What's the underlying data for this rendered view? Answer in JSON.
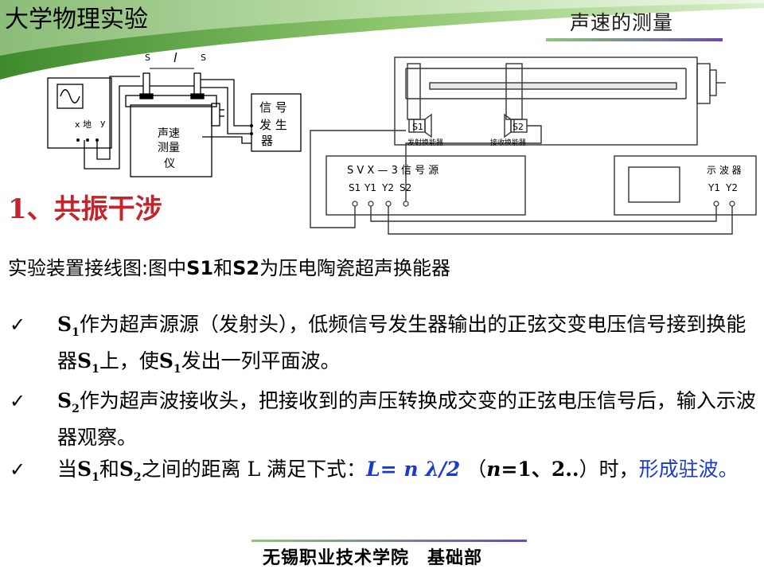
{
  "header": {
    "course_title": "大学物理实验",
    "topic_title": "声速的测量"
  },
  "left_diagram": {
    "label_s_left": "S",
    "label_l": "l",
    "label_s_right": "S",
    "scope_x": "x",
    "scope_ground": "地",
    "scope_y": "y",
    "instrument_line1": "声速",
    "instrument_line2": "测量",
    "instrument_line3": "仪",
    "signal_gen_line1": "信 号",
    "signal_gen_line2": "发 生",
    "signal_gen_line3": "器"
  },
  "right_diagram": {
    "s1_label": "S1",
    "s2_label": "S2",
    "s1_caption": "发射换能器",
    "s2_caption": "接收换能器",
    "source_title": "S V X — 3 信 号 源",
    "source_ports": [
      "S1",
      "Y1",
      "Y2",
      "S2"
    ],
    "scope_title": "示 波 器",
    "scope_ports": [
      "Y1",
      "Y2"
    ]
  },
  "section_heading": "1、共振干涉",
  "caption": {
    "prefix": "实验装置接线图:图中",
    "s1": "S1",
    "and": "和",
    "s2": "S2",
    "suffix": "为压电陶瓷超声换能器"
  },
  "bullets": {
    "b1": {
      "s": "S",
      "sub": "1",
      "text1": "作为超声源源（发射头），低频信号发生器输出的正弦交变电压信号接到换能器",
      "s_b": "S",
      "sub_b": "1",
      "text2": "上，使",
      "s_c": "S",
      "sub_c": "1",
      "text3": "发出一列平面波。"
    },
    "b2": {
      "s": "S",
      "sub": "2",
      "text1": "作为超声波接收头，把接收到的声压转换成交变的正弦电压信号后，输入示波器观察。"
    },
    "b3": {
      "prefix": "当",
      "s1": "S",
      "sub1": "1",
      "and": "和",
      "s2": "S",
      "sub2": "2",
      "mid": "之间的距离 L 满足下式：",
      "formula": "L=  n λ/2",
      "paren_open": "（",
      "n": "n",
      "range": "=1、2..",
      "paren_close": "）时，",
      "result": "形成驻波。"
    }
  },
  "footer": "无锡职业技术学院　基础部"
}
